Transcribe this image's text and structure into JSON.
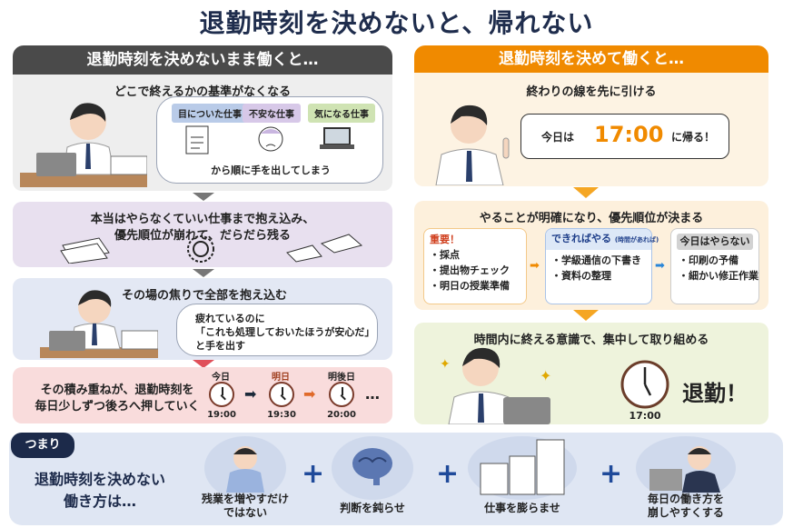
{
  "title": "退勤時刻を決めないと、帰れない",
  "left": {
    "header": "退勤時刻を決めないまま働くと…",
    "panel1": {
      "heading": "どこで終えるかの基準がなくなる",
      "tags": [
        "目についた仕事",
        "不安な仕事",
        "気になる仕事"
      ],
      "caption": "から順に手を出してしまう"
    },
    "panel2": {
      "line1": "本当はやらなくていい仕事まで抱え込み、",
      "line2": "優先順位が崩れて、だらだら残る"
    },
    "panel3": {
      "heading": "その場の焦りで全部を抱え込む",
      "bubble": [
        "疲れているのに",
        "「これも処理しておいたほうが安心だ」",
        "と手を出す"
      ]
    },
    "panel4": {
      "line1": "その積み重ねが、退勤時刻を",
      "line2": "毎日少しずつ後ろへ押していく",
      "days": [
        {
          "label": "今日",
          "time": "19:00"
        },
        {
          "label": "明日",
          "time": "19:30"
        },
        {
          "label": "明後日",
          "time": "20:00"
        }
      ],
      "ellipsis": "…"
    }
  },
  "right": {
    "header": "退勤時刻を決めて働くと…",
    "panel1": {
      "heading": "終わりの線を先に引ける",
      "bubble_pre": "今日は",
      "bubble_time": "17:00",
      "bubble_post": "に帰る！"
    },
    "panel2": {
      "heading": "やることが明確になり、優先順位が決まる",
      "boxes": [
        {
          "title": "重要！",
          "items": [
            "採点",
            "提出物チェック",
            "明日の授業準備"
          ]
        },
        {
          "title": "できればやる",
          "note": "(時間があれば)",
          "items": [
            "学級通信の下書き",
            "資料の整理"
          ]
        },
        {
          "title": "今日はやらない",
          "items": [
            "印刷の予備",
            "細かい修正作業"
          ]
        }
      ]
    },
    "panel3": {
      "heading": "時間内に終える意識で、集中して取り組める",
      "time": "17:00",
      "exit": "退勤！"
    }
  },
  "summary": {
    "badge": "つまり",
    "lead1": "退勤時刻を決めない",
    "lead2": "働き方は…",
    "items": [
      {
        "l1": "残業を増やすだけ",
        "l2": "ではない"
      },
      {
        "l1": "判断を鈍らせ",
        "l2": ""
      },
      {
        "l1": "仕事を膨らませ",
        "l2": ""
      },
      {
        "l1": "毎日の働き方を",
        "l2": "崩しやすくする"
      }
    ],
    "plus": "+"
  },
  "colors": {
    "title": "#1f2d4d",
    "left_header": "#4a4a4a",
    "right_header": "#f08a00",
    "accent_orange": "#f08a00",
    "important_red": "#d0401f",
    "summary_badge": "#1c2a4a"
  }
}
